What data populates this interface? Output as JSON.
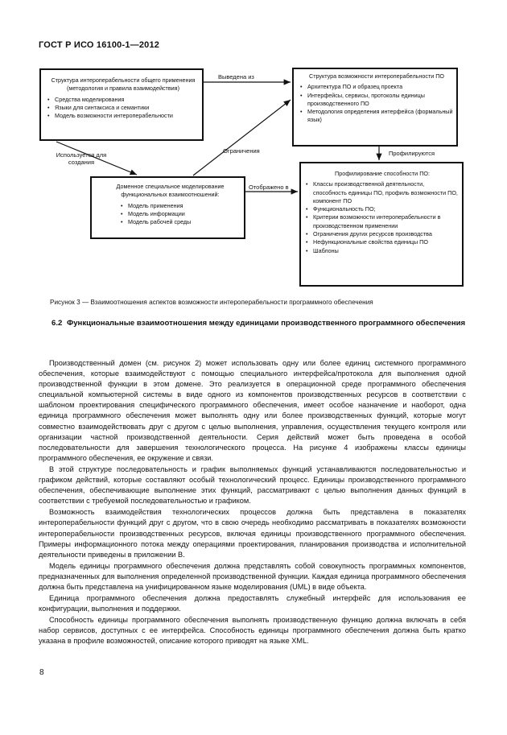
{
  "header": "ГОСТ Р ИСО 16100-1—2012",
  "figure": {
    "box1": {
      "title": "Структура интероперабельности общего применения (методология и правила взаимодействия)",
      "items": [
        "Средства моделирования",
        "Языки для синтаксиса и семантики",
        "Модель возможности интероперабельности"
      ]
    },
    "box2": {
      "title": "Структура возможности интероперабельности ПО",
      "items": [
        "Архитектура ПО и образец проекта",
        "Интерфейсы, сервисы, протоколы единицы производственного ПО",
        "Методология определения интерфейса (формальный язык)"
      ]
    },
    "box3": {
      "title": "Доменное специальное моделирование функциональных взаимоотношений:",
      "items": [
        "Модель применения",
        "Модель информации",
        "Модель рабочей среды"
      ]
    },
    "box4": {
      "title": "Профилирование способности ПО:",
      "items": [
        "Классы производственной деятельности, способность единицы ПО, профиль возможности ПО, компонент ПО",
        "Функциональность ПО;",
        "Критерии возможности интероперабельности в производственном применении",
        "Ограничения других ресурсов производства",
        "Нефункциональные свойства единицы ПО",
        "Шаблоны"
      ]
    },
    "labels": {
      "derived": "Выведена из",
      "used": "Используется для создания",
      "constraints": "Ограничения",
      "profiled": "Профилируются",
      "mapped": "Отображено в"
    },
    "caption": "Рисунок 3 — Взаимоотношения аспектов возможности интероперабельности программного обеспечения"
  },
  "section": {
    "number": "6.2",
    "title": "Функциональные взаимоотношения между единицами производственного программного обеспечения"
  },
  "paragraphs": [
    "Производственный домен (см. рисунок 2) может использовать одну или более единиц системного программного обеспечения, которые взаимодействуют с помощью специального интерфейса/протокола для выполнения одной производственной функции в этом домене. Это реализуется в операционной среде программного обеспечения специальной компьютерной системы в виде одного из компонентов производственных ресурсов в соответствии с шаблоном проектирования специфического программного обеспечения, имеет особое назначение и наоборот, одна единица программного обеспечения может выполнять одну или более производственных функций, которые могут совместно взаимодействовать друг с другом с целью выполнения, управления, осуществления текущего контроля или организации частной производственной деятельности. Серия действий может быть проведена в особой последовательности для завершения технологического процесса. На рисунке 4 изображены классы единицы программного обеспечения, ее окружение и связи.",
    "В этой структуре последовательность и график выполняемых функций устанавливаются последовательностью и графиком действий, которые составляют особый технологический процесс. Единицы производственного программного обеспечения, обеспечивающие выполнение этих функций, рассматривают с целью выполнения данных функций в соответствии с требуемой последовательностью и графиком.",
    "Возможность взаимодействия технологических процессов должна быть представлена в показателях интероперабельности функций друг с другом, что в свою очередь необходимо рассматривать в показателях возможности интероперабельности производственных ресурсов, включая единицы производственного программного обеспечения. Примеры информационного потока между операциями проектирования, планирования производства и исполнительной деятельности приведены в приложении В.",
    "Модель единицы программного обеспечения должна представлять собой совокупность программных компонентов, предназначенных для выполнения определенной производственной функции. Каждая единица программного обеспечения должна быть представлена на унифицированном языке моделирования (UML) в виде объекта.",
    "Единица программного обеспечения должна предоставлять служебный интерфейс для использования ее конфигурации, выполнения и поддержки.",
    "Способность единицы программного обеспечения выполнять производственную функцию должна включать в себя набор сервисов, доступных с ее интерфейса. Способность единицы программного обеспечения должна быть кратко указана в профиле возможностей, описание которого приводят на языке XML."
  ],
  "page_number": "8"
}
